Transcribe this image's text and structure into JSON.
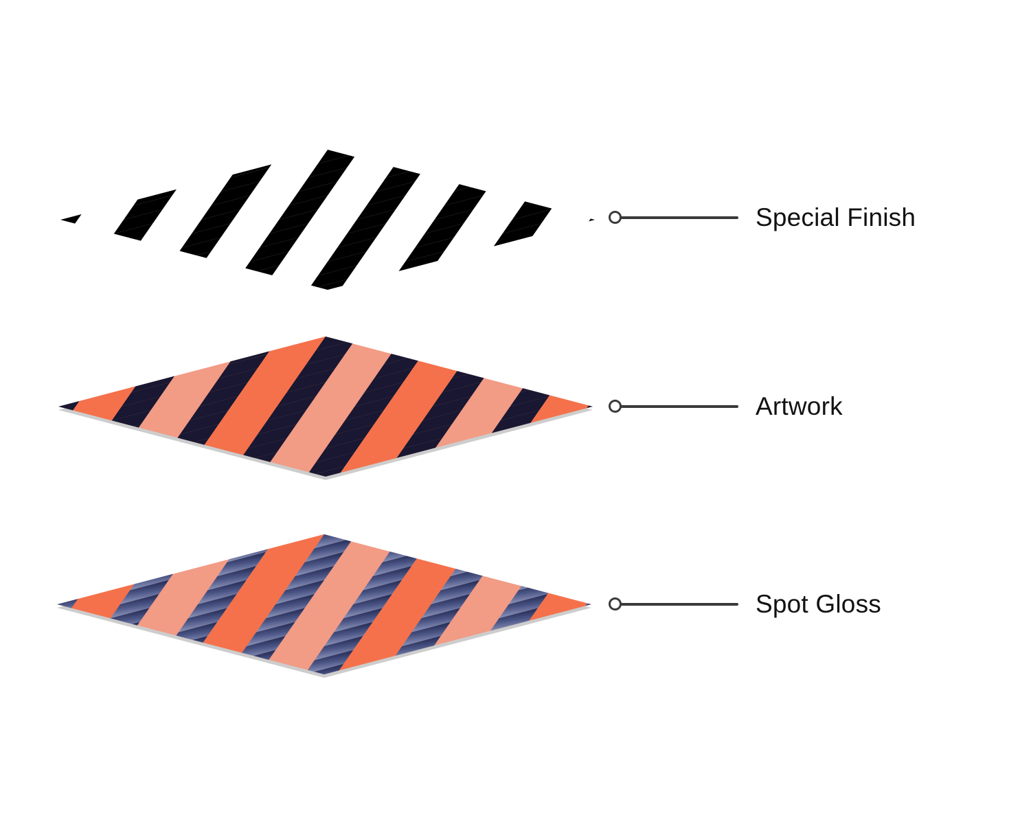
{
  "page": {
    "background": "#ffffff"
  },
  "colors": {
    "salmon": "#F29B85",
    "coral": "#F4714B",
    "navy": "#191731",
    "finish_black": "#000000",
    "gloss_light": "#8A92B8",
    "gloss_mid": "#4D5787",
    "gloss_dark": "#222A53",
    "sheet_edge": "#CDCDCD",
    "callout": "#3a3a3a",
    "label_text": "#121212"
  },
  "layers": [
    {
      "id": "special-finish",
      "label": "Special Finish",
      "type": "mask"
    },
    {
      "id": "artwork",
      "label": "Artwork",
      "type": "solid"
    },
    {
      "id": "spot-gloss",
      "label": "Spot Gloss",
      "type": "gloss"
    }
  ]
}
